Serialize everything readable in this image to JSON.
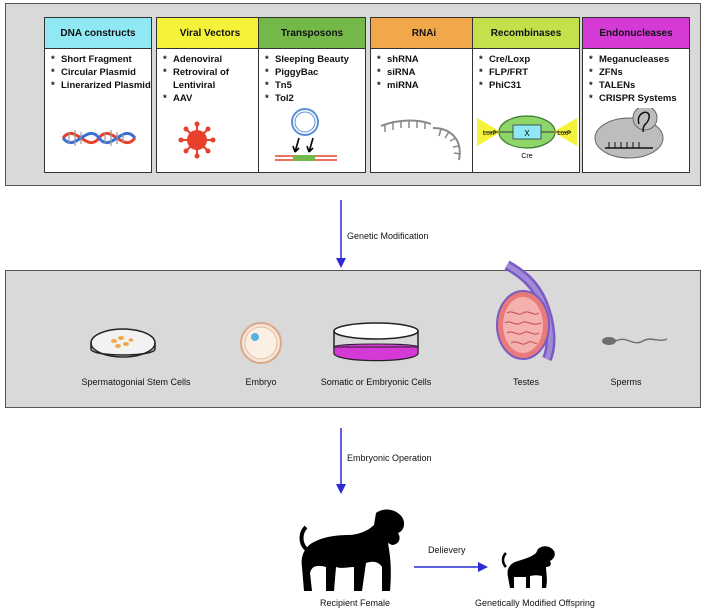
{
  "tools": [
    {
      "title": "DNA constructs",
      "color": "#8fe8f4",
      "items": [
        "Short Fragment",
        "Circular Plasmid",
        "Linerarized Plasmid"
      ],
      "icon": "dna-helix-icon"
    },
    {
      "title": "Viral Vectors",
      "color": "#f5f23a",
      "items": [
        "Adenoviral",
        "Retroviral of Lentiviral",
        "AAV"
      ],
      "icon": "virus-icon"
    },
    {
      "title": "Transposons",
      "color": "#74b84a",
      "items": [
        "Sleeping Beauty",
        "PiggyBac",
        "Tn5",
        "Tol2"
      ],
      "icon": "transposon-plasmid-icon"
    },
    {
      "title": "RNAi",
      "color": "#f2a84a",
      "items": [
        "shRNA",
        "siRNA",
        "miRNA"
      ],
      "icon": "rna-hairpin-icon"
    },
    {
      "title": "Recombinases",
      "color": "#c4e04a",
      "items": [
        "Cre/Loxp",
        "FLP/FRT",
        "PhiC31"
      ],
      "icon": "recombinase-loxp-icon",
      "art_labels": {
        "left": "LoxP",
        "center": "X",
        "right": "LoxP",
        "bottom": "Cre"
      }
    },
    {
      "title": "Endonucleases",
      "color": "#d63ad6",
      "items": [
        "Meganucleases",
        "ZFNs",
        "TALENs",
        "CRISPR Systems"
      ],
      "icon": "crispr-guide-icon"
    }
  ],
  "arrows": {
    "genetic_modification": "Genetic Modification",
    "embryonic_operation": "Embryonic Operation",
    "delivery": "Delievery"
  },
  "cells": [
    {
      "label": "Spermatogonial Stem Cells",
      "icon": "petri-dish-icon"
    },
    {
      "label": "Embryo",
      "icon": "embryo-icon"
    },
    {
      "label": "Somatic or Embryonic Cells",
      "icon": "culture-dish-icon"
    },
    {
      "label": "Testes",
      "icon": "testes-icon"
    },
    {
      "label": "Sperms",
      "icon": "sperm-icon"
    }
  ],
  "outcome": {
    "recipient": "Recipient Female",
    "offspring": "Genetically Modified Offspring"
  },
  "colors": {
    "arrow": "#2a2ad8",
    "panel": "#d9d9d9",
    "magenta": "#d63ad6",
    "orange": "#f2a84a",
    "virus": "#e8402a"
  }
}
